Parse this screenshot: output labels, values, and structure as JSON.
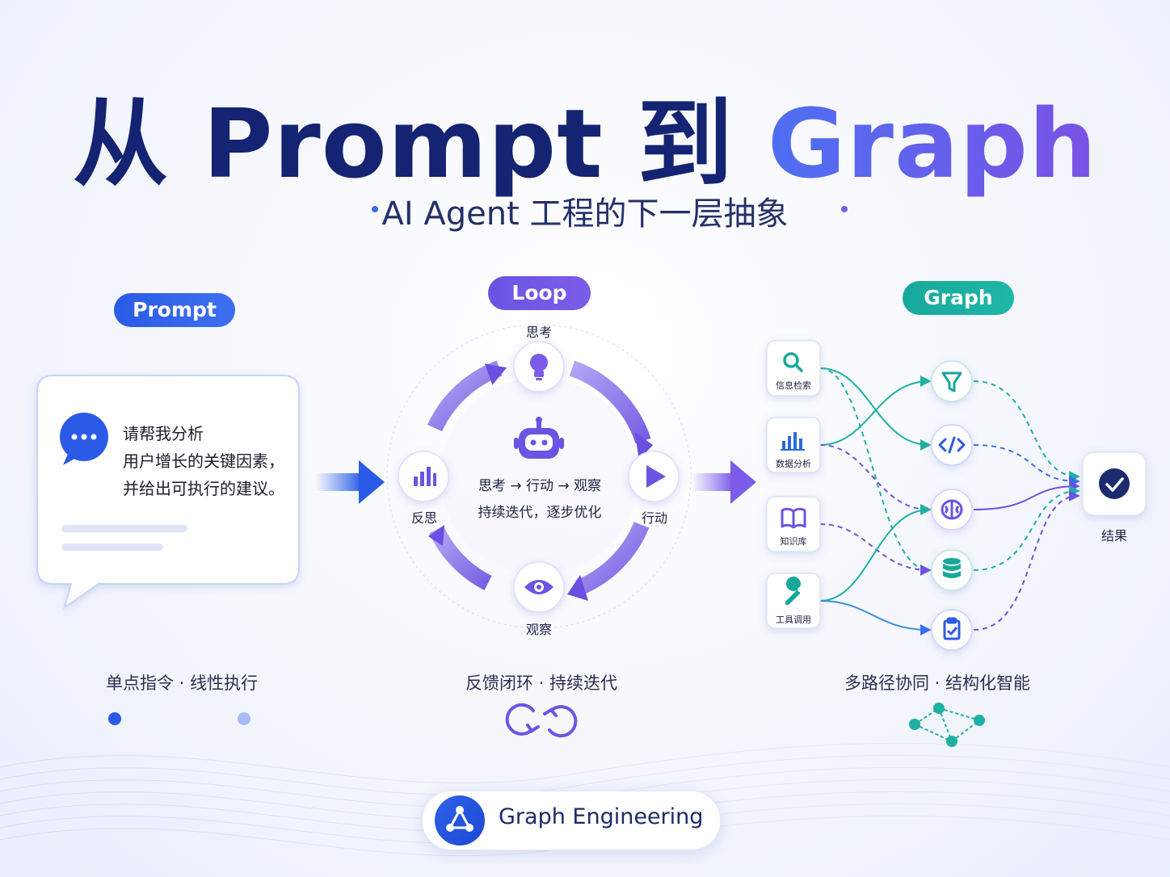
{
  "title": {
    "part1": "从",
    "part2": "Prompt",
    "part3": "到",
    "part4": "Graph"
  },
  "subtitle": "AI Agent 工程的下一层抽象",
  "columns": {
    "prompt": {
      "label": "Prompt",
      "bubble_lines": [
        "请帮我分析",
        "用户增长的关键因素，",
        "并给出可执行的建议。"
      ],
      "caption": "单点指令 · 线性执行"
    },
    "loop": {
      "label": "Loop",
      "steps": {
        "think": "思考",
        "act": "行动",
        "observe": "观察",
        "reflect": "反思"
      },
      "center_lines": [
        "思考 → 行动 → 观察",
        "持续迭代，逐步优化"
      ],
      "caption": "反馈闭环 · 持续迭代"
    },
    "graph": {
      "label": "Graph",
      "tools": [
        "信息检索",
        "数据分析",
        "知识库",
        "工具调用"
      ],
      "result_label": "结果",
      "caption": "多路径协同 · 结构化智能"
    }
  },
  "footer": {
    "label": "Graph Engineering"
  },
  "colors": {
    "navy": "#142372",
    "blue": "#2b5be6",
    "purple": "#6b54e3",
    "teal": "#17a89b"
  },
  "icons": [
    "lightbulb-icon",
    "play-icon",
    "eye-icon",
    "bar-chart-icon",
    "robot-icon",
    "search-icon",
    "chart-icon",
    "book-icon",
    "wrench-icon",
    "filter-icon",
    "code-icon",
    "brain-icon",
    "database-icon",
    "clipboard-icon",
    "check-icon",
    "share-nodes-icon"
  ]
}
